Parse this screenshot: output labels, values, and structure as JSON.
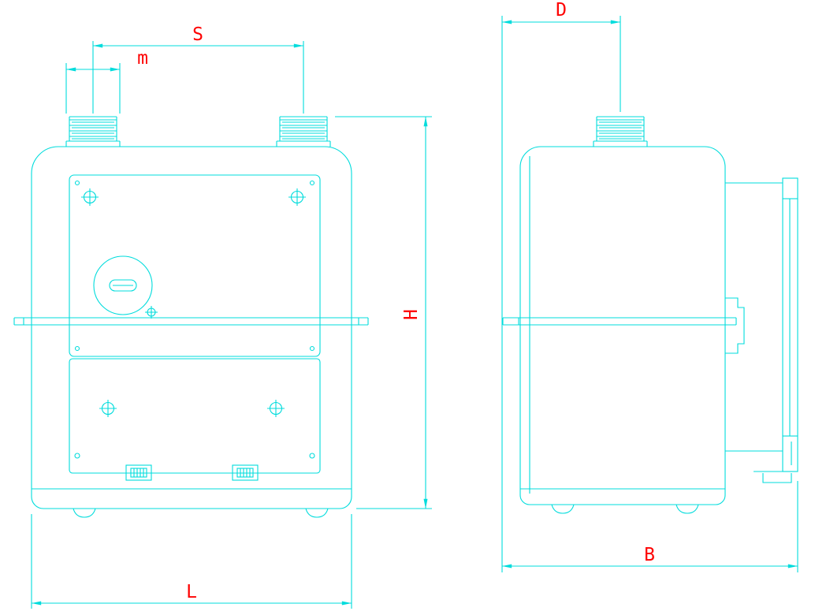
{
  "drawing": {
    "stroke_color": "#00dcdc",
    "label_color": "#fe0000",
    "background_color": "#ffffff"
  },
  "dims": {
    "S": "S",
    "m": "m",
    "H": "H",
    "L": "L",
    "D": "D",
    "B": "B"
  }
}
